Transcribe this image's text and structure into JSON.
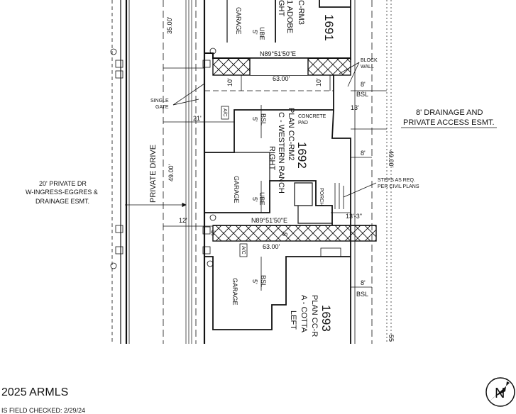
{
  "plan": {
    "private_drive": "PRIVATE DRIVE",
    "easement_left": [
      "20' PRIVATE DR",
      "W-INGRESS-EGGRES &",
      "DRAINAGE ESMT."
    ],
    "easement_right": [
      "8' DRAINAGE AND",
      "PRIVATE ACCESS ESMT."
    ],
    "single_gate": [
      "SINGLE",
      "GATE"
    ],
    "block_wall": [
      "BLOCK",
      "WALL"
    ],
    "concrete_pad": [
      "CONCRETE",
      "PAD"
    ],
    "steps_note": [
      "STEPS AS REQ.",
      "PER CIVIL PLANS"
    ],
    "porch": "PORCH",
    "garage": "GARAGE",
    "ube": "UBE",
    "bsl": "BSL",
    "ac": "A/C",
    "bearing": "N89°51'50\"E",
    "dims": {
      "d35": "35.00'",
      "d49": "49.00'",
      "d63": "63.00'",
      "d10": "10'",
      "d13": "13'",
      "d8": "8'",
      "d21": "21'",
      "d12": "12'",
      "d5": "5'",
      "d13_3": "13'-3\"",
      "d55": "55"
    },
    "lots": [
      {
        "number": "1691",
        "lines": [
          "C-RM3",
          "1 ADOBE",
          "GHT"
        ]
      },
      {
        "number": "1692",
        "lines": [
          "PLAN CC-RM2",
          "C - WESTERN RANCH",
          "RIGHT"
        ]
      },
      {
        "number": "1693",
        "lines": [
          "PLAN CC-R",
          "A - COTTA",
          "LEFT"
        ]
      }
    ]
  },
  "footer": {
    "copyright": "2025 ARMLS",
    "field_checked": "IS FIELD CHECKED: 2/29/24"
  },
  "north_arrow": {
    "label": "N"
  }
}
